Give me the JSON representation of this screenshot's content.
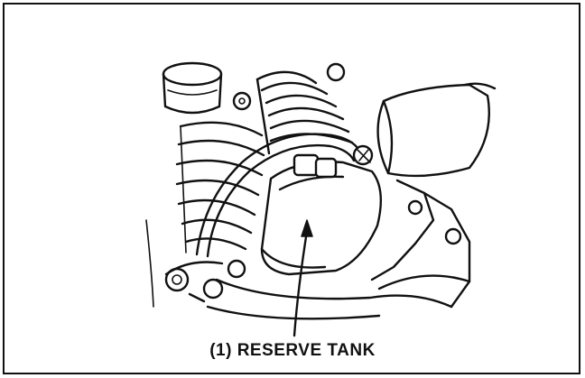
{
  "diagram": {
    "callout": {
      "number": "(1)",
      "label": "RESERVE TANK",
      "text": "(1) RESERVE TANK"
    },
    "colors": {
      "ink": "#111111",
      "paper": "#ffffff"
    },
    "icons": [
      "arrow-pointer"
    ]
  }
}
